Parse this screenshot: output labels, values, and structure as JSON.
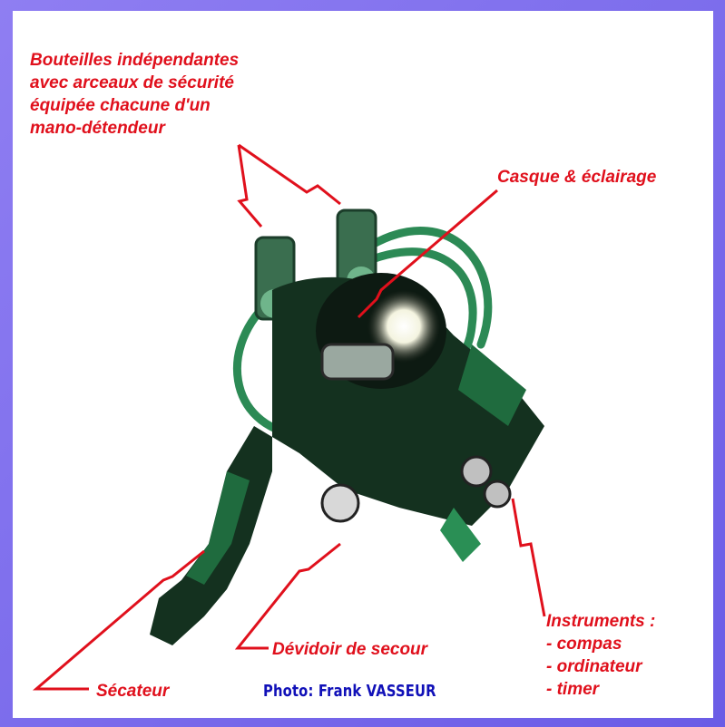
{
  "labels": {
    "cylinders": "Bouteilles indépendantes\navec arceaux de sécurité\néquipée chacune d'un\nmano-détendeur",
    "helmet": "Casque & éclairage",
    "reel": "Dévidoir de secour",
    "cutter": "Sécateur",
    "instruments_title": "Instruments :",
    "instruments_items": [
      "- compas",
      "- ordinateur",
      "- timer"
    ]
  },
  "credit": "Photo: Frank VASSEUR",
  "colors": {
    "frame_border": "#7b6cec",
    "label_red": "#e0101c",
    "credit_blue": "#1010b8",
    "suit_green": "#1f6b3e"
  }
}
